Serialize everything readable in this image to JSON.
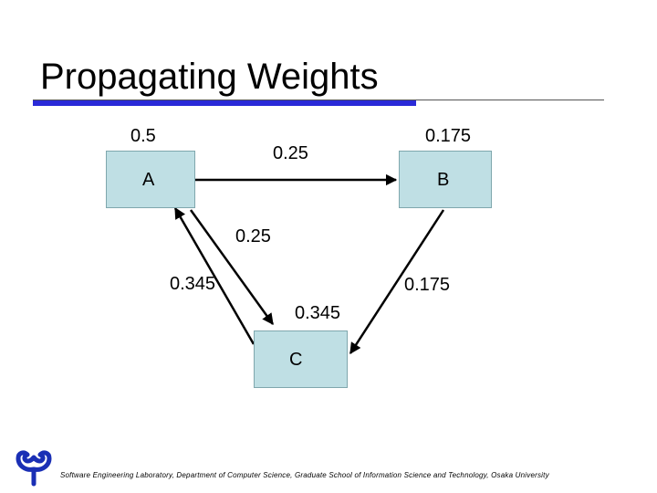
{
  "slide": {
    "title": "Propagating Weights",
    "footer": "Software Engineering Laboratory, Department of Computer Science, Graduate School of Information Science and Technology, Osaka University"
  },
  "nodes": {
    "a": {
      "name": "A",
      "weight": "0.5"
    },
    "b": {
      "name": "B",
      "weight": "0.175"
    },
    "c": {
      "name": "C"
    }
  },
  "edges": {
    "a_to_b": "0.25",
    "a_to_c": "0.25",
    "c_to_a": "0.345",
    "b_to_c": "0.175",
    "c_in": "0.345"
  },
  "colors": {
    "node_fill": "#bfdfe4",
    "title_rule": "#2a2ad8"
  }
}
